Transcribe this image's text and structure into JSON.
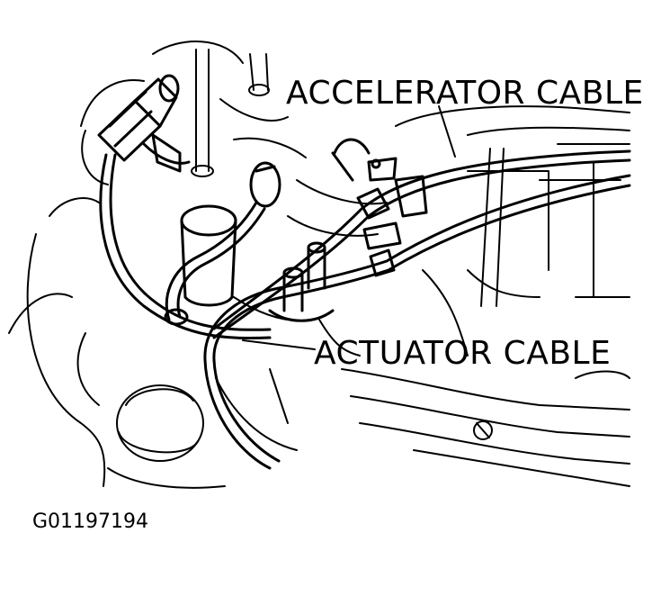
{
  "labels": {
    "accelerator_cable": "ACCELERATOR CABLE",
    "actuator_cable": "ACTUATOR CABLE"
  },
  "figure_id": "G01197194",
  "colors": {
    "ink": "#000000",
    "paper": "#ffffff"
  }
}
